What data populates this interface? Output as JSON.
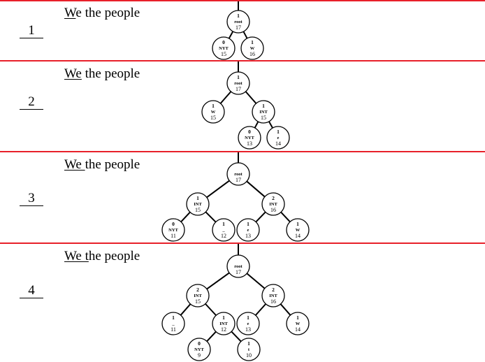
{
  "panels": [
    {
      "step": "1",
      "caption": {
        "underlined": "W",
        "rest": "e the people"
      },
      "nodes": [
        {
          "id": "root",
          "weight": "1",
          "label": "root",
          "num": "17"
        },
        {
          "id": "nyt",
          "weight": "0",
          "label": "NYT",
          "num": "15"
        },
        {
          "id": "w",
          "weight": "1",
          "label": "W",
          "num": "16"
        }
      ],
      "edges": [
        [
          "root",
          "nyt"
        ],
        [
          "root",
          "w"
        ]
      ]
    },
    {
      "step": "2",
      "caption": {
        "underlined": "We",
        "rest": " the people"
      },
      "nodes": [
        {
          "id": "root",
          "weight": "1",
          "label": "root",
          "num": "17"
        },
        {
          "id": "w",
          "weight": "1",
          "label": "W",
          "num": "15"
        },
        {
          "id": "int",
          "weight": "1",
          "label": "INT",
          "num": "15"
        },
        {
          "id": "nyt",
          "weight": "0",
          "label": "NYT",
          "num": "13"
        },
        {
          "id": "e",
          "weight": "1",
          "label": "e",
          "num": "14"
        }
      ],
      "edges": [
        [
          "root",
          "w"
        ],
        [
          "root",
          "int"
        ],
        [
          "int",
          "nyt"
        ],
        [
          "int",
          "e"
        ]
      ]
    },
    {
      "step": "3",
      "caption": {
        "underlined": "We ",
        "rest": "the people"
      },
      "nodes": [
        {
          "id": "root",
          "weight": "",
          "label": "root",
          "num": "17"
        },
        {
          "id": "int1",
          "weight": "1",
          "label": "INT",
          "num": "15"
        },
        {
          "id": "int2",
          "weight": "2",
          "label": "INT",
          "num": "16"
        },
        {
          "id": "nyt",
          "weight": "0",
          "label": "NYT",
          "num": "11"
        },
        {
          "id": "sp",
          "weight": "1",
          "label": "_",
          "num": "12"
        },
        {
          "id": "e",
          "weight": "1",
          "label": "e",
          "num": "13"
        },
        {
          "id": "w",
          "weight": "1",
          "label": "W",
          "num": "14"
        }
      ],
      "edges": [
        [
          "root",
          "int1"
        ],
        [
          "root",
          "int2"
        ],
        [
          "int1",
          "nyt"
        ],
        [
          "int1",
          "sp"
        ],
        [
          "int2",
          "e"
        ],
        [
          "int2",
          "w"
        ]
      ]
    },
    {
      "step": "4",
      "caption": {
        "underlined": "We t",
        "rest": "he people"
      },
      "nodes": [
        {
          "id": "root",
          "weight": "",
          "label": "root",
          "num": "17"
        },
        {
          "id": "int1",
          "weight": "2",
          "label": "INT",
          "num": "15"
        },
        {
          "id": "int2",
          "weight": "2",
          "label": "INT",
          "num": "16"
        },
        {
          "id": "sp",
          "weight": "1",
          "label": "_",
          "num": "11"
        },
        {
          "id": "int3",
          "weight": "1",
          "label": "INT",
          "num": "12"
        },
        {
          "id": "e",
          "weight": "1",
          "label": "e",
          "num": "13"
        },
        {
          "id": "w",
          "weight": "1",
          "label": "W",
          "num": "14"
        },
        {
          "id": "nyt",
          "weight": "0",
          "label": "NYT",
          "num": "9"
        },
        {
          "id": "t",
          "weight": "1",
          "label": "t",
          "num": "10"
        }
      ],
      "edges": [
        [
          "root",
          "int1"
        ],
        [
          "root",
          "int2"
        ],
        [
          "int1",
          "sp"
        ],
        [
          "int1",
          "int3"
        ],
        [
          "int2",
          "e"
        ],
        [
          "int2",
          "w"
        ],
        [
          "int3",
          "nyt"
        ],
        [
          "int3",
          "t"
        ]
      ]
    }
  ]
}
